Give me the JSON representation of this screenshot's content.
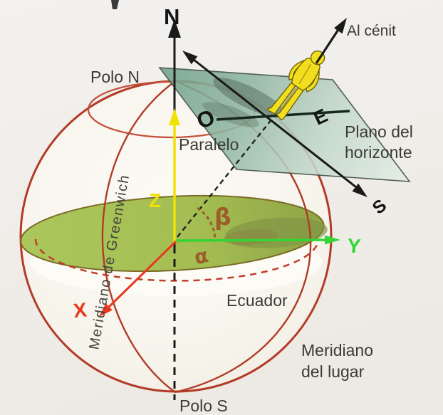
{
  "labels": {
    "north": "N",
    "polo_n": "Polo N",
    "al_cenit": "Al cénit",
    "paralelo": "Paralelo",
    "plano_horizonte_line1": "Plano del",
    "plano_horizonte_line2": "horizonte",
    "oeste": "O",
    "este": "E",
    "sur": "S",
    "z_axis": "Z",
    "y_axis": "Y",
    "x_axis": "X",
    "beta": "β",
    "alpha": "α",
    "ecuador": "Ecuador",
    "meridiano_lugar_line1": "Meridiano",
    "meridiano_lugar_line2": "del lugar",
    "polo_s": "Polo S",
    "greenwich": "Meridiano de Greenwich"
  },
  "colors": {
    "sphere_outline": "#b23b28",
    "meridian": "#b23b28",
    "parallel": "#c4503b",
    "equator_dashed": "#c23d28",
    "equator_plane_fill": "#a9c455",
    "horizon_plane": "#79a78d",
    "axis_z": "#f2e106",
    "axis_y": "#35d435",
    "axis_x": "#e8391f",
    "angle_marks": "#9b5e2a",
    "figure_fill": "#f1de1e",
    "ink": "#1a1a1a",
    "text": "#3b3b36"
  }
}
